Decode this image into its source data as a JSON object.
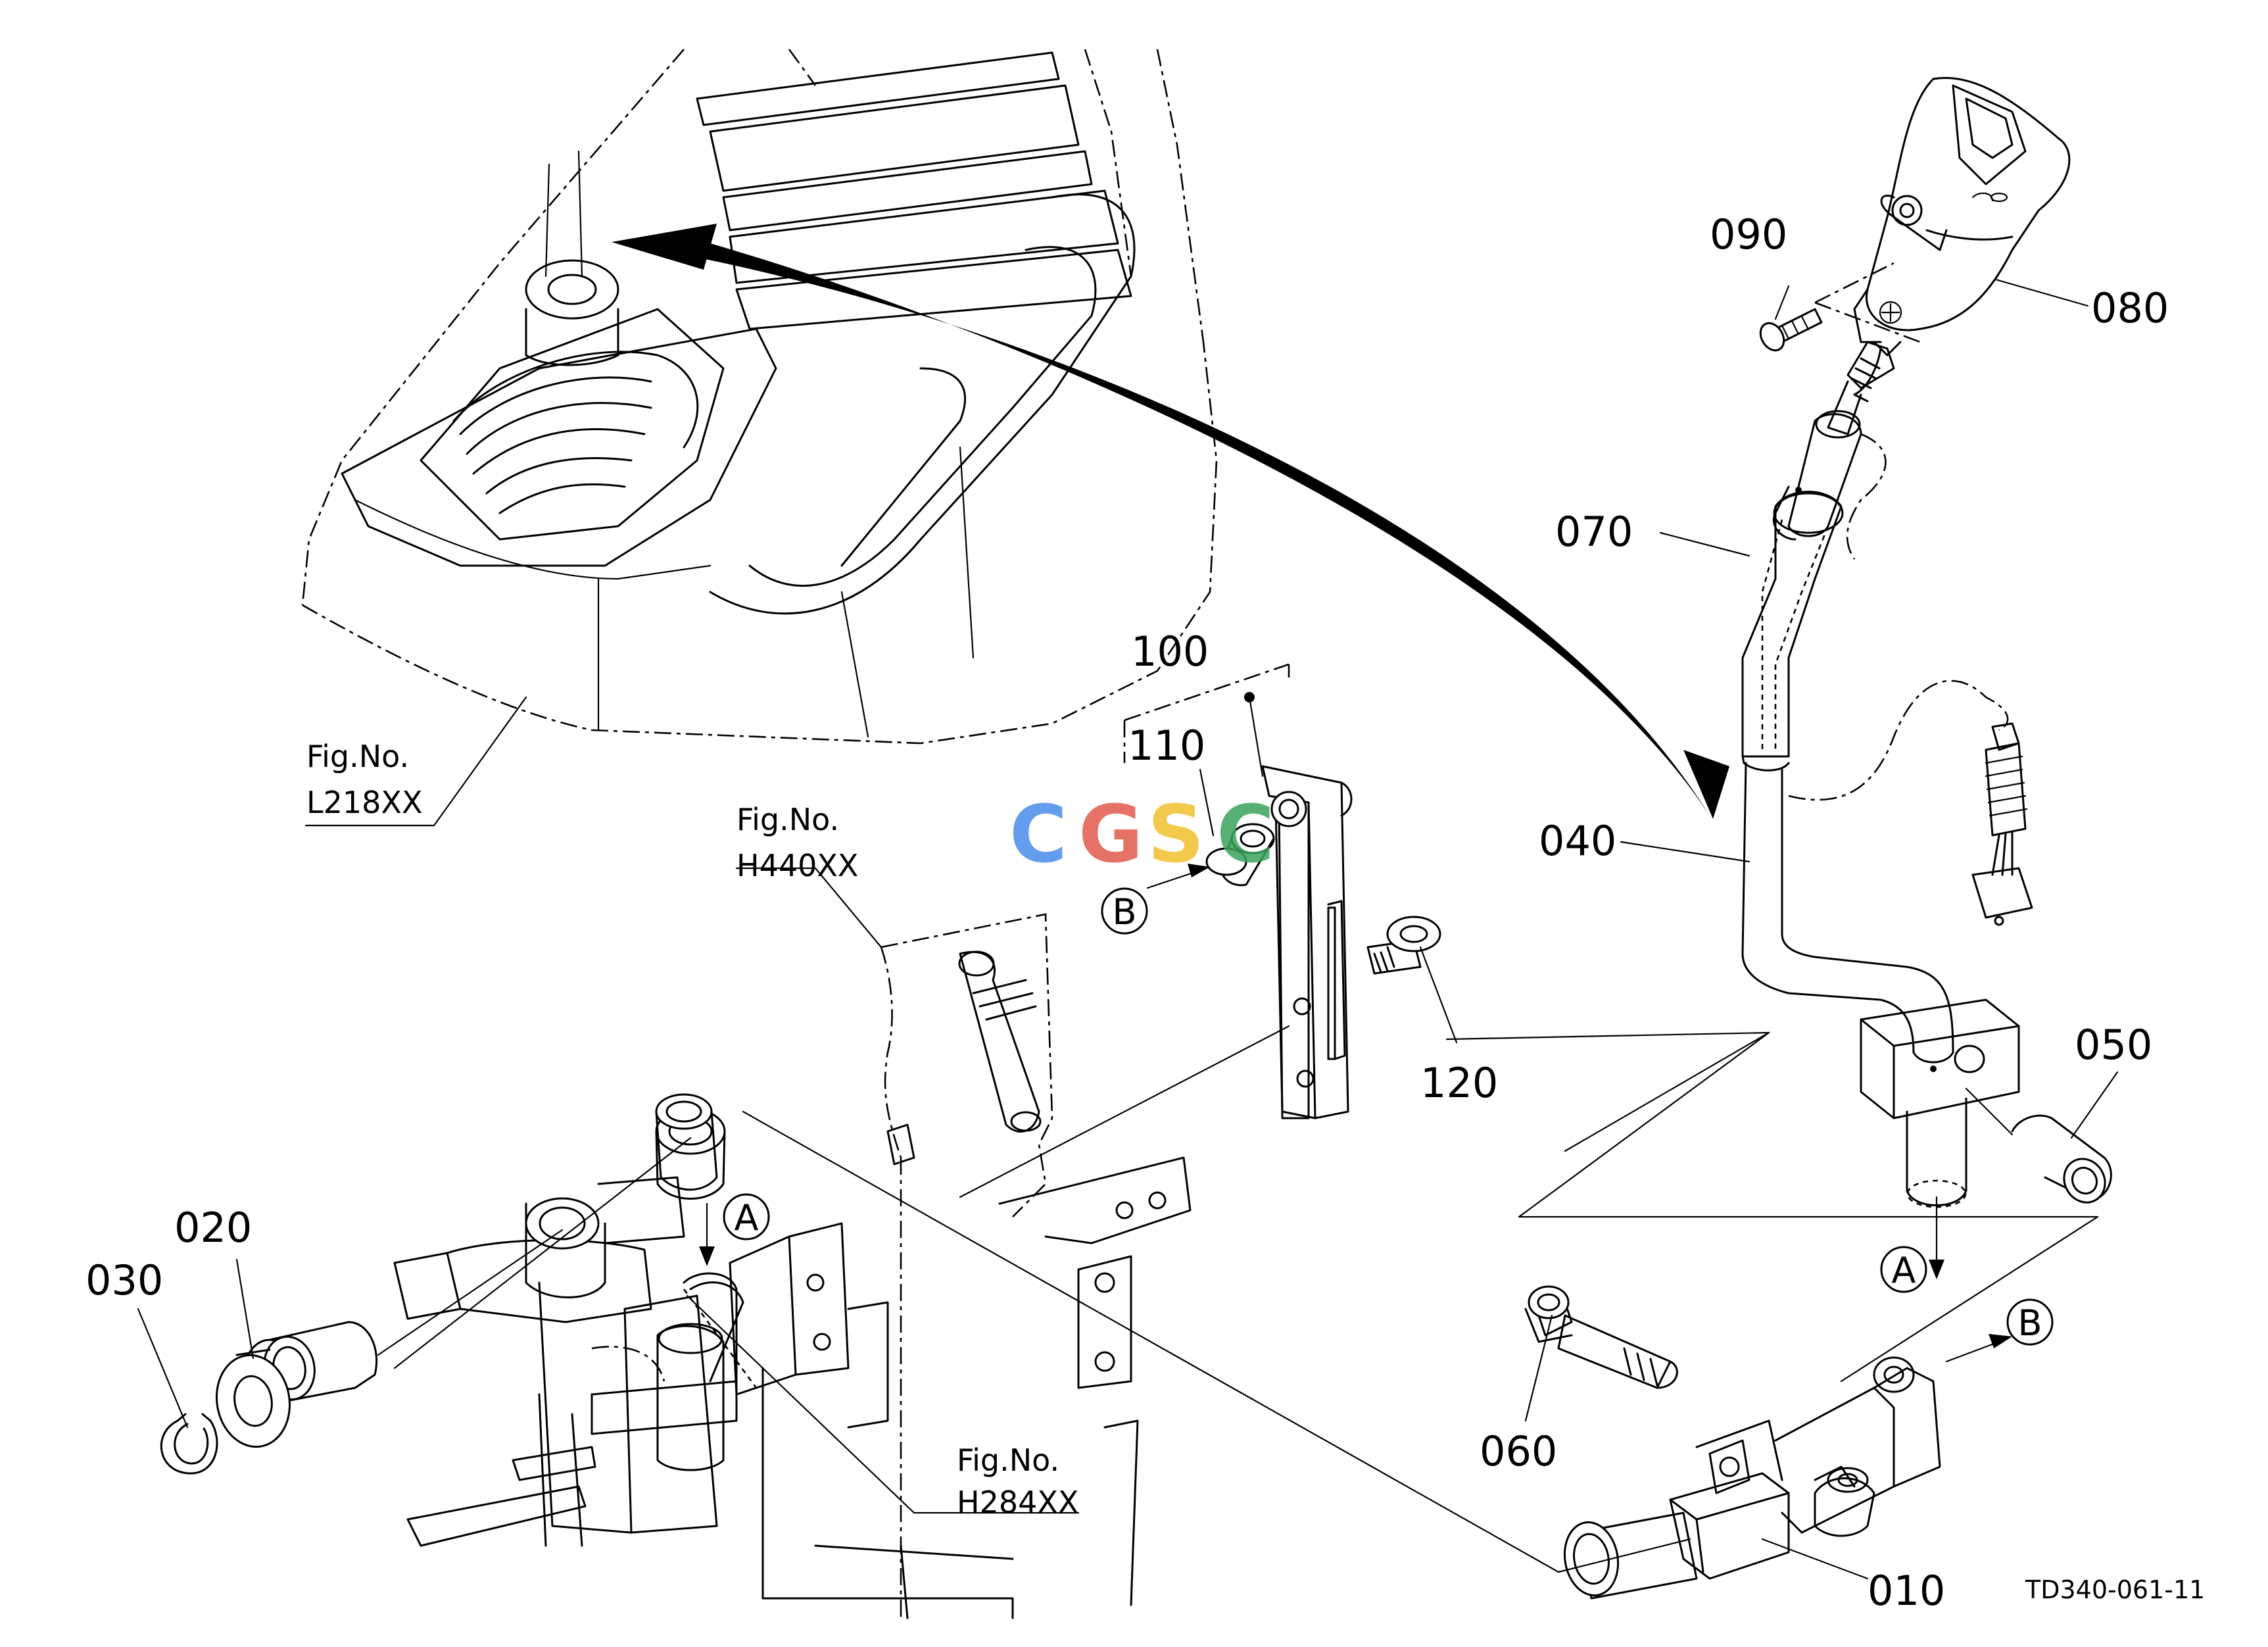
{
  "parts": [
    {
      "key": "010",
      "label": "010"
    },
    {
      "key": "020",
      "label": "020"
    },
    {
      "key": "030",
      "label": "030"
    },
    {
      "key": "040",
      "label": "040"
    },
    {
      "key": "050",
      "label": "050"
    },
    {
      "key": "060",
      "label": "060"
    },
    {
      "key": "070",
      "label": "070"
    },
    {
      "key": "080",
      "label": "080"
    },
    {
      "key": "090",
      "label": "090"
    },
    {
      "key": "100",
      "label": "100"
    },
    {
      "key": "110",
      "label": "110"
    },
    {
      "key": "120",
      "label": "120"
    }
  ],
  "figure_refs": [
    {
      "label": "Fig.No.",
      "code": "L218XX"
    },
    {
      "label": "Fig.No.",
      "code": "H440XX"
    },
    {
      "label": "Fig.No.",
      "code": "H284XX"
    }
  ],
  "callouts": {
    "a": "A",
    "b": "B"
  },
  "drawing_code": "TD340-061-11",
  "watermark": {
    "text": "CGSC",
    "colors": [
      "#4a8de8",
      "#e25a4c",
      "#f2c02c",
      "#3aa35c"
    ]
  }
}
